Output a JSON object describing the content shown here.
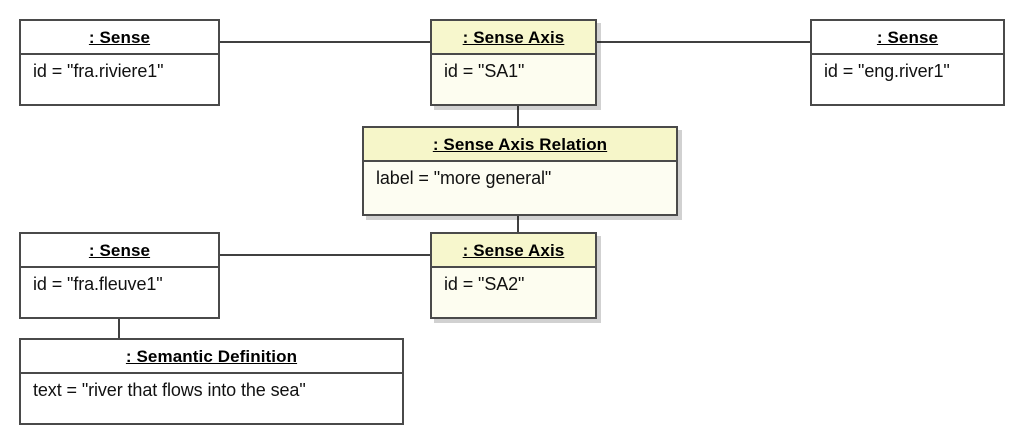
{
  "diagram": {
    "type": "uml-object-diagram",
    "title": "Sense Axis object diagram",
    "colors": {
      "background": "#ffffff",
      "box_border": "#4a4a4a",
      "connector": "#404040",
      "highlight_header": "#f7f7cd",
      "highlight_body": "#fdfdf0",
      "plain_fill": "#ffffff",
      "text": "#000000"
    }
  },
  "objects": [
    {
      "id": "sense-fra-riviere",
      "header": ": Sense",
      "slot": "id = \"fra.riviere1\"",
      "highlighted": false
    },
    {
      "id": "sense-axis-sa1",
      "header": ": Sense Axis",
      "slot": "id = \"SA1\"",
      "highlighted": true
    },
    {
      "id": "sense-eng-river",
      "header": ": Sense",
      "slot": "id = \"eng.river1\"",
      "highlighted": false
    },
    {
      "id": "sense-axis-relation",
      "header": ": Sense Axis Relation",
      "slot": "label = \"more general\"",
      "highlighted": true
    },
    {
      "id": "sense-fra-fleuve",
      "header": ": Sense",
      "slot": "id = \"fra.fleuve1\"",
      "highlighted": false
    },
    {
      "id": "sense-axis-sa2",
      "header": ": Sense Axis",
      "slot": "id = \"SA2\"",
      "highlighted": true
    },
    {
      "id": "semantic-definition",
      "header": ": Semantic Definition",
      "slot": "text = \"river that flows into the sea\"",
      "highlighted": false
    }
  ],
  "links": [
    {
      "id": "link-riviere-sa1",
      "from": "sense-fra-riviere",
      "to": "sense-axis-sa1"
    },
    {
      "id": "link-sa1-river",
      "from": "sense-axis-sa1",
      "to": "sense-eng-river"
    },
    {
      "id": "link-sa1-relation",
      "from": "sense-axis-sa1",
      "to": "sense-axis-relation"
    },
    {
      "id": "link-relation-sa2",
      "from": "sense-axis-relation",
      "to": "sense-axis-sa2"
    },
    {
      "id": "link-fleuve-sa2",
      "from": "sense-fra-fleuve",
      "to": "sense-axis-sa2"
    },
    {
      "id": "link-fleuve-semdef",
      "from": "sense-fra-fleuve",
      "to": "semantic-definition"
    }
  ]
}
